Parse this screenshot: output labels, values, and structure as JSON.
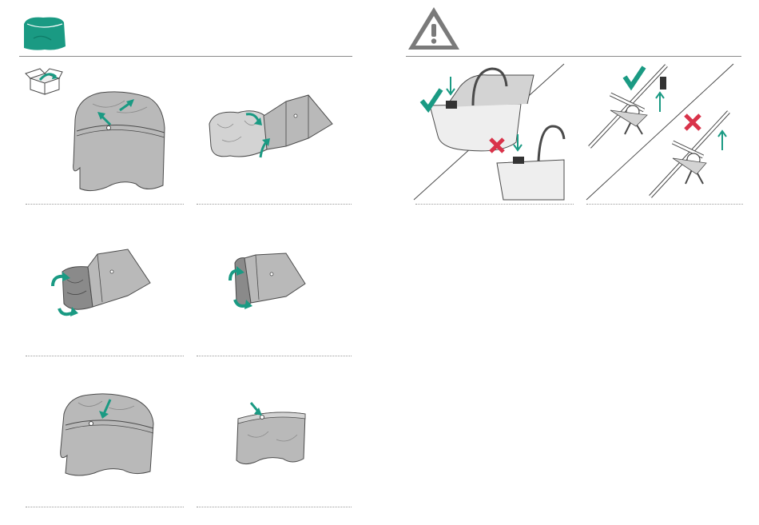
{
  "colors": {
    "accent": "#1a9a83",
    "accent_dark": "#0f7d69",
    "fabric": "#b9b9b9",
    "fabric_light": "#d3d3d3",
    "line": "#4a4a4a",
    "warning_fill": "#7a7a7a",
    "cross": "#d9334a"
  },
  "icons": {
    "header_left": "fabric-cover-icon",
    "header_right": "warning-triangle-icon",
    "step_badge": "unpack-box-icon",
    "ok_mark": "checkmark-icon",
    "bad_mark": "cross-icon"
  },
  "steps": [
    {
      "id": 1,
      "illustration": "hood-cover-inverted-arrows"
    },
    {
      "id": 2,
      "illustration": "cover-rolled-inside-out"
    },
    {
      "id": 3,
      "illustration": "cover-rolled-curl-arrows"
    },
    {
      "id": 4,
      "illustration": "cover-folded-curl-arrows"
    },
    {
      "id": 5,
      "illustration": "cover-pull-down-arrow"
    },
    {
      "id": 6,
      "illustration": "cover-snap-button-arrow"
    }
  ],
  "warnings": [
    {
      "id": "carrycot",
      "correct": "carrycot-aligned",
      "incorrect": "carrycot-misaligned"
    },
    {
      "id": "frame",
      "correct": "frame-aligned",
      "incorrect": "frame-misaligned"
    }
  ]
}
